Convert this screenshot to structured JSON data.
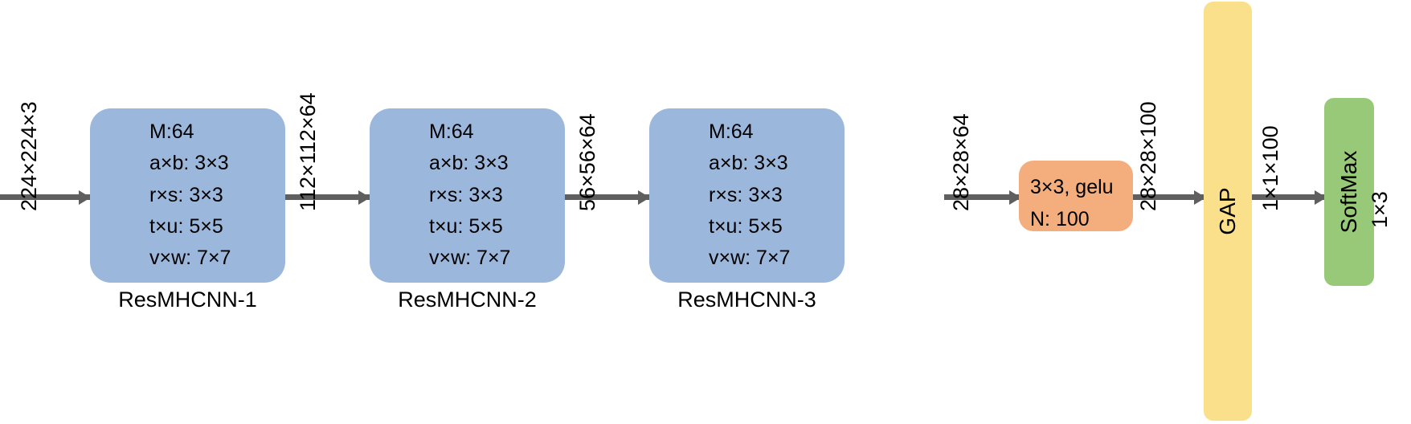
{
  "diagram": {
    "title": "ResMHCNN network architecture pipeline",
    "colors": {
      "res_block": "#9CB7DC",
      "conv_block": "#F4AE7D",
      "gap_block": "#FBE08C",
      "softmax_block": "#97C978",
      "arrow": "#5F5F5F",
      "background": "#FFFFFF",
      "text": "#000000"
    },
    "input_label": "224×224×3",
    "blocks": [
      {
        "id": "resmhcnn-1",
        "caption": "ResMHCNN-1",
        "lines": [
          "M:64",
          "a×b: 3×3",
          "r×s: 3×3",
          "t×u: 5×5",
          "v×w: 7×7"
        ],
        "output_label": "112×112×64"
      },
      {
        "id": "resmhcnn-2",
        "caption": "ResMHCNN-2",
        "lines": [
          "M:64",
          "a×b: 3×3",
          "r×s: 3×3",
          "t×u: 5×5",
          "v×w: 7×7"
        ],
        "output_label": "56×56×64"
      },
      {
        "id": "resmhcnn-3",
        "caption": "ResMHCNN-3",
        "lines": [
          "M:64",
          "a×b: 3×3",
          "r×s: 3×3",
          "t×u: 5×5",
          "v×w: 7×7"
        ],
        "output_label": "28×28×64"
      }
    ],
    "conv_block": {
      "id": "conv-gelu",
      "lines": [
        "3×3, gelu",
        "N: 100"
      ],
      "output_label": "28×28×100"
    },
    "gap": {
      "id": "gap",
      "label": "GAP",
      "output_label": "1×1×100"
    },
    "softmax": {
      "id": "softmax",
      "label": "SoftMax",
      "output_label": "1×3"
    }
  }
}
